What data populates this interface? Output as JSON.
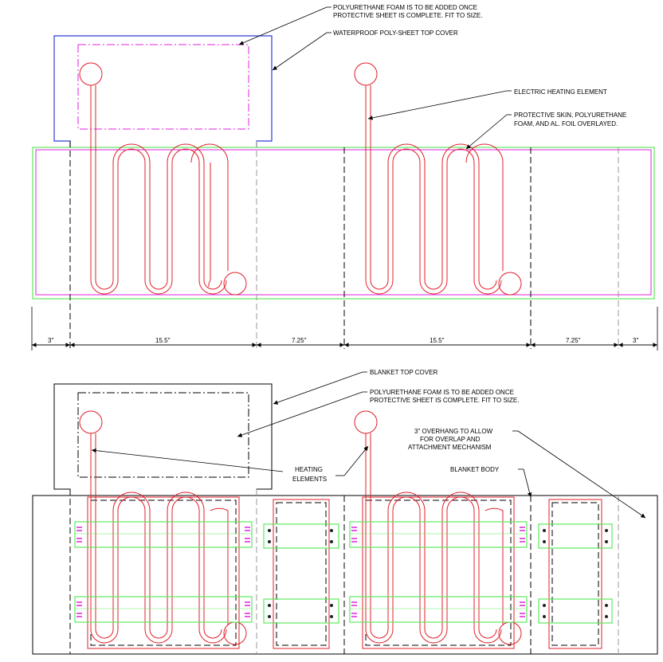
{
  "top_view": {
    "notes": {
      "foam": [
        "POLYURETHANE FOAM IS TO BE ADDED ONCE",
        "PROTECTIVE SHEET IS COMPLETE. FIT TO SIZE."
      ],
      "top_cover": "WATERPROOF POLY-SHEET TOP COVER",
      "heating_element": "ELECTRIC HEATING ELEMENT",
      "skin": [
        "PROTECTIVE SKIN, POLYURETHANE",
        "FOAM, AND AL. FOIL  OVERLAYED."
      ]
    },
    "dimensions": [
      "3\"",
      "15.5\"",
      "7.25\"",
      "15.5\"",
      "7.25\"",
      "3\""
    ]
  },
  "bottom_view": {
    "notes": {
      "top_cover": "BLANKET TOP COVER",
      "foam": [
        "POLYURETHANE FOAM IS TO BE ADDED ONCE",
        "PROTECTIVE SHEET IS COMPLETE. FIT TO SIZE."
      ],
      "overhang": [
        "3\" OVERHANG TO ALLOW",
        "FOR OVERLAP AND",
        "ATTACHMENT MECHANISM"
      ],
      "heating": [
        "HEATING",
        "ELEMENTS"
      ],
      "body": "BLANKET BODY"
    }
  },
  "colors": {
    "heating_element": "#e0202a",
    "strap": "#5ee85e",
    "protective_skin": "#e020e0",
    "top_cover": "#2b3fd8",
    "outline": "#000000"
  }
}
